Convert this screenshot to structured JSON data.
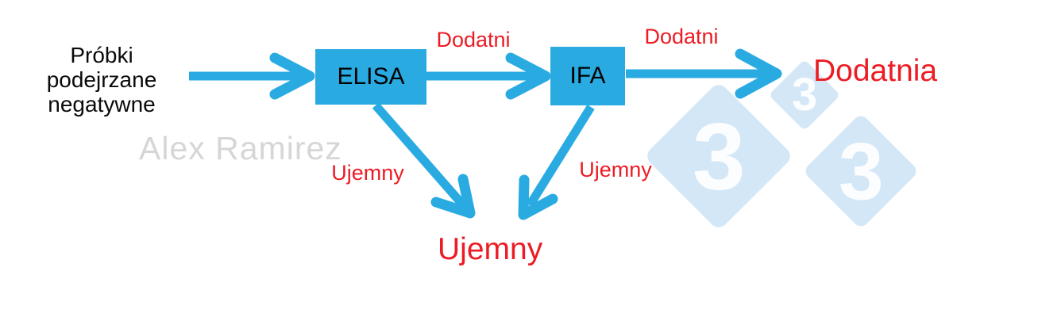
{
  "colors": {
    "flow_blue": "#29abe2",
    "label_red": "#ec1c24",
    "text_black": "#0a0a0a",
    "watermark_gray": "#d6d6d6",
    "diamond_light_blue": "#d4e7f6",
    "diamond_digit_white": "#ffffff"
  },
  "flow": {
    "source": {
      "text": "Próbki\npodejrzane\nnegatywne"
    },
    "nodes": [
      {
        "id": "elisa",
        "label": "ELISA"
      },
      {
        "id": "ifa",
        "label": "IFA"
      }
    ],
    "edges": [
      {
        "id": "source-to-elisa",
        "label": ""
      },
      {
        "id": "elisa-to-ifa",
        "label": "Dodatni"
      },
      {
        "id": "ifa-to-positive",
        "label": "Dodatni"
      },
      {
        "id": "elisa-to-negative",
        "label": "Ujemny"
      },
      {
        "id": "ifa-to-negative",
        "label": "Ujemny"
      }
    ],
    "outcomes": {
      "positive": "Dodatnia",
      "negative": "Ujemny"
    }
  },
  "watermark": {
    "author": "Alex Ramirez",
    "badge_digit": "3"
  }
}
